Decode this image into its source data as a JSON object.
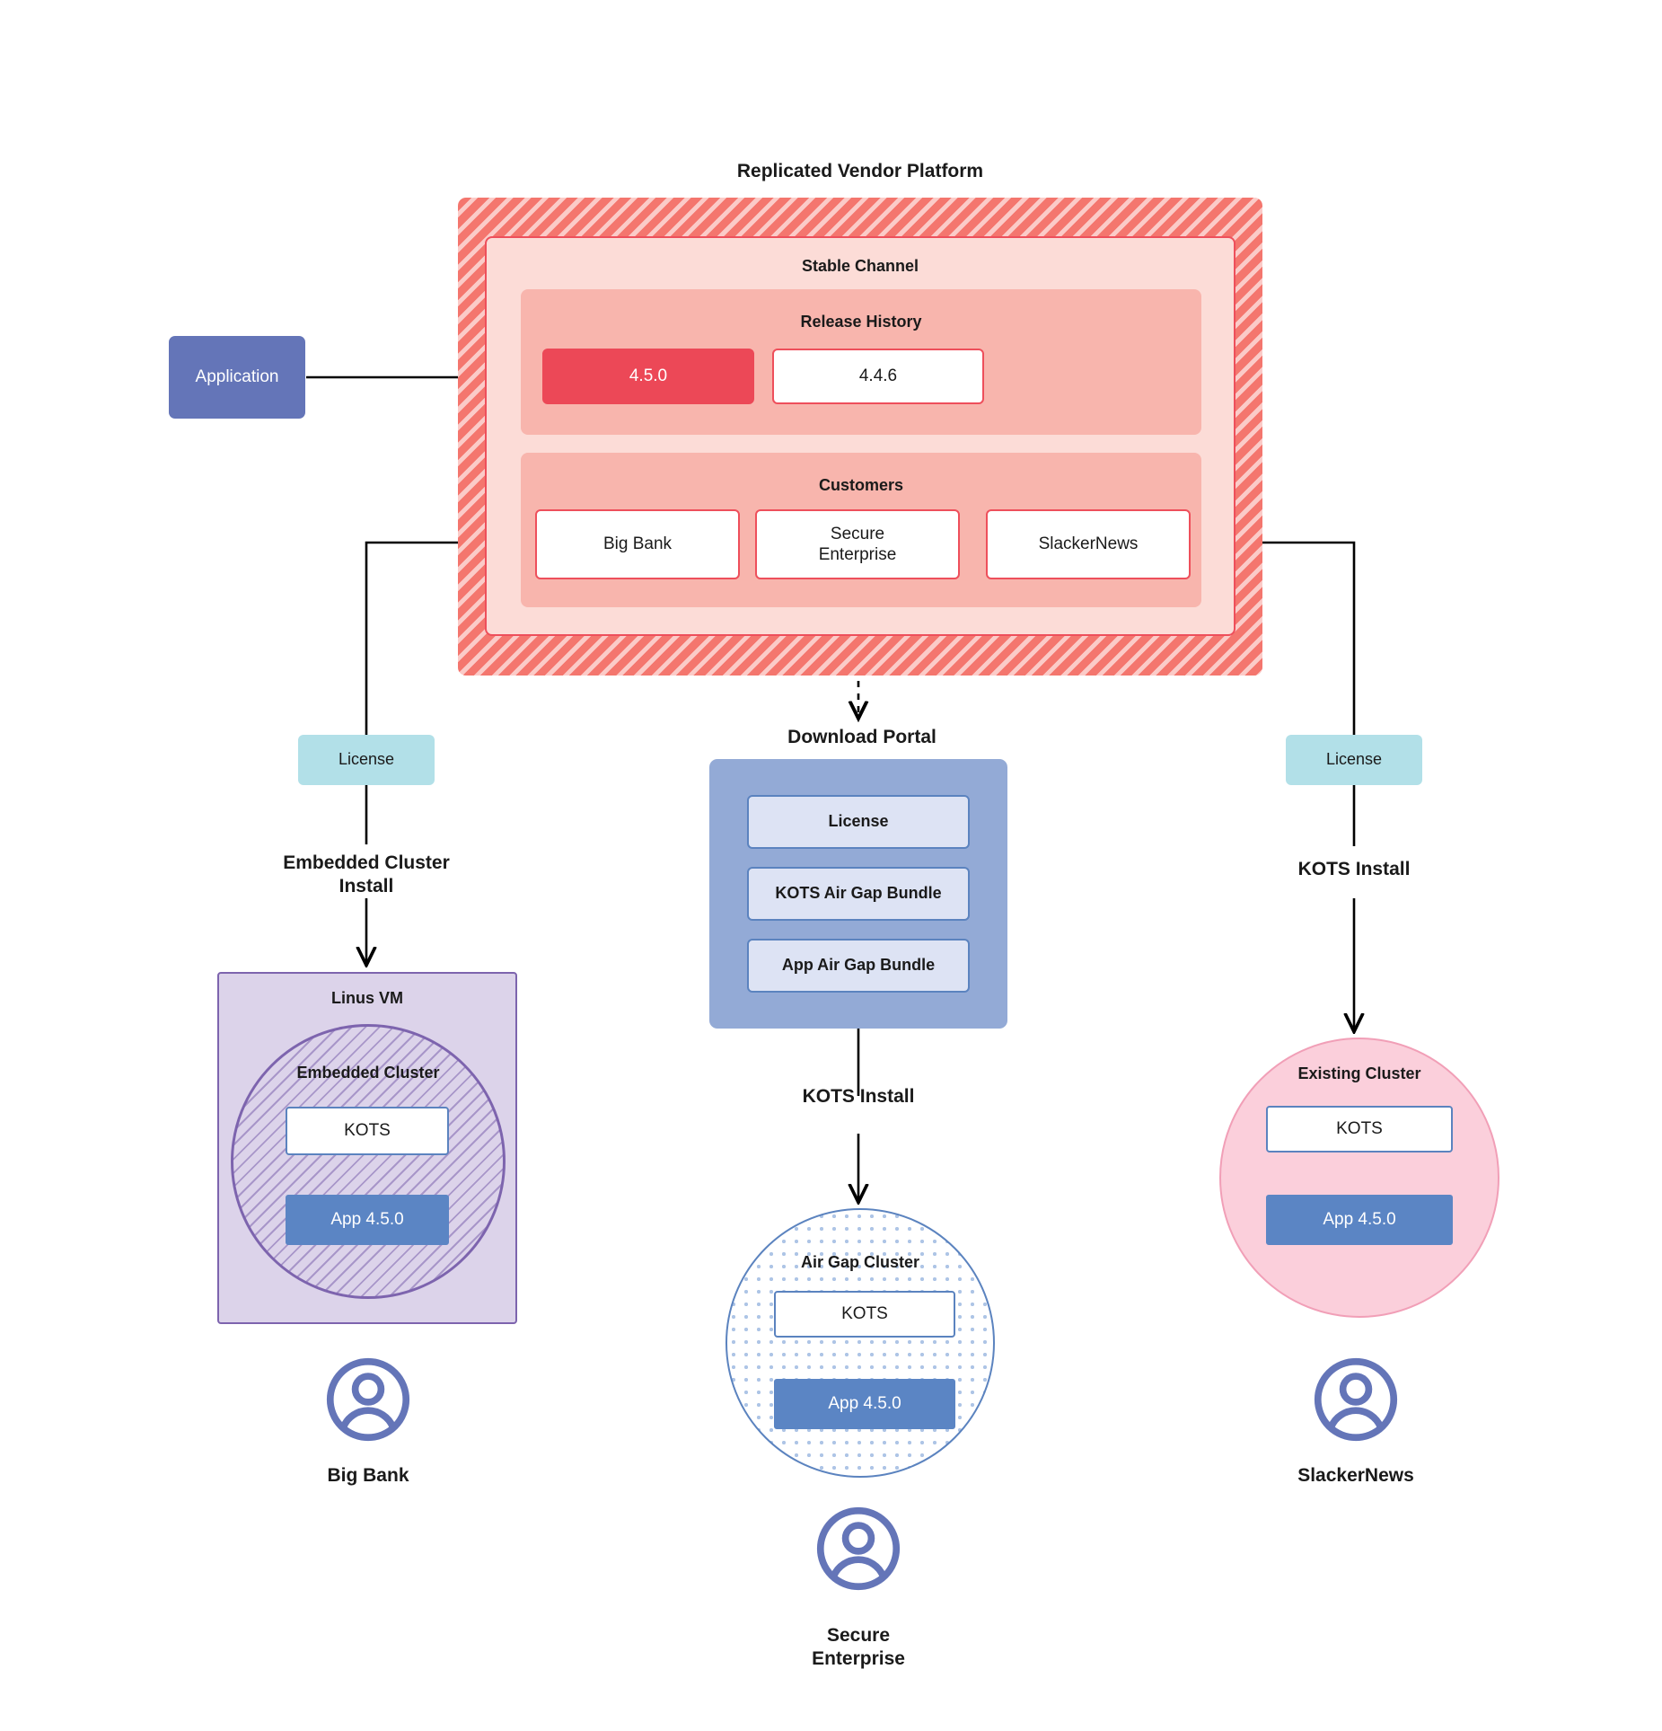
{
  "diagram": {
    "title": "Replicated Vendor Platform",
    "application": {
      "label": "Application"
    },
    "stable_channel": {
      "title": "Stable Channel",
      "release_history": {
        "title": "Release History",
        "releases": [
          {
            "version": "4.5.0",
            "state": "current"
          },
          {
            "version": "4.4.6",
            "state": "past"
          }
        ]
      },
      "customers": {
        "title": "Customers",
        "items": [
          {
            "name": "Big Bank"
          },
          {
            "name": "Secure\nEnterprise"
          },
          {
            "name": "SlackerNews"
          }
        ]
      }
    },
    "paths": {
      "left": {
        "license_label": "License",
        "step_label": "Embedded Cluster\nInstall",
        "host": {
          "title": "Linus VM",
          "cluster_title": "Embedded Cluster",
          "kots_label": "KOTS",
          "app_label": "App 4.5.0"
        },
        "persona": "Big Bank",
        "avatar_icon": "user-avatar-icon"
      },
      "center": {
        "portal_title": "Download  Portal",
        "portal_items": [
          "License",
          "KOTS Air Gap Bundle",
          "App Air Gap Bundle"
        ],
        "step_label": "KOTS Install",
        "cluster_title": "Air Gap Cluster",
        "kots_label": "KOTS",
        "app_label": "App 4.5.0",
        "persona": "Secure\nEnterprise",
        "avatar_icon": "user-avatar-icon"
      },
      "right": {
        "license_label": "License",
        "step_label": "KOTS Install",
        "cluster_title": "Existing Cluster",
        "kots_label": "KOTS",
        "app_label": "App 4.5.0",
        "persona": "SlackerNews",
        "avatar_icon": "user-avatar-icon"
      }
    },
    "colors": {
      "platform_hatch": "#f4766e",
      "channel_bg": "#fcdcd7",
      "group_bg": "#f8b5ad",
      "release_accent": "#ec4857",
      "application": "#6475b8",
      "license": "#b2e0e8",
      "portal": "#93aad6",
      "portal_item": "#dde3f4",
      "vm": "#dcd3ea",
      "vm_border": "#7d64ae",
      "app_box": "#5b85c4",
      "existing_cluster": "#fbcfdb",
      "avatar": "#6475b8"
    }
  }
}
